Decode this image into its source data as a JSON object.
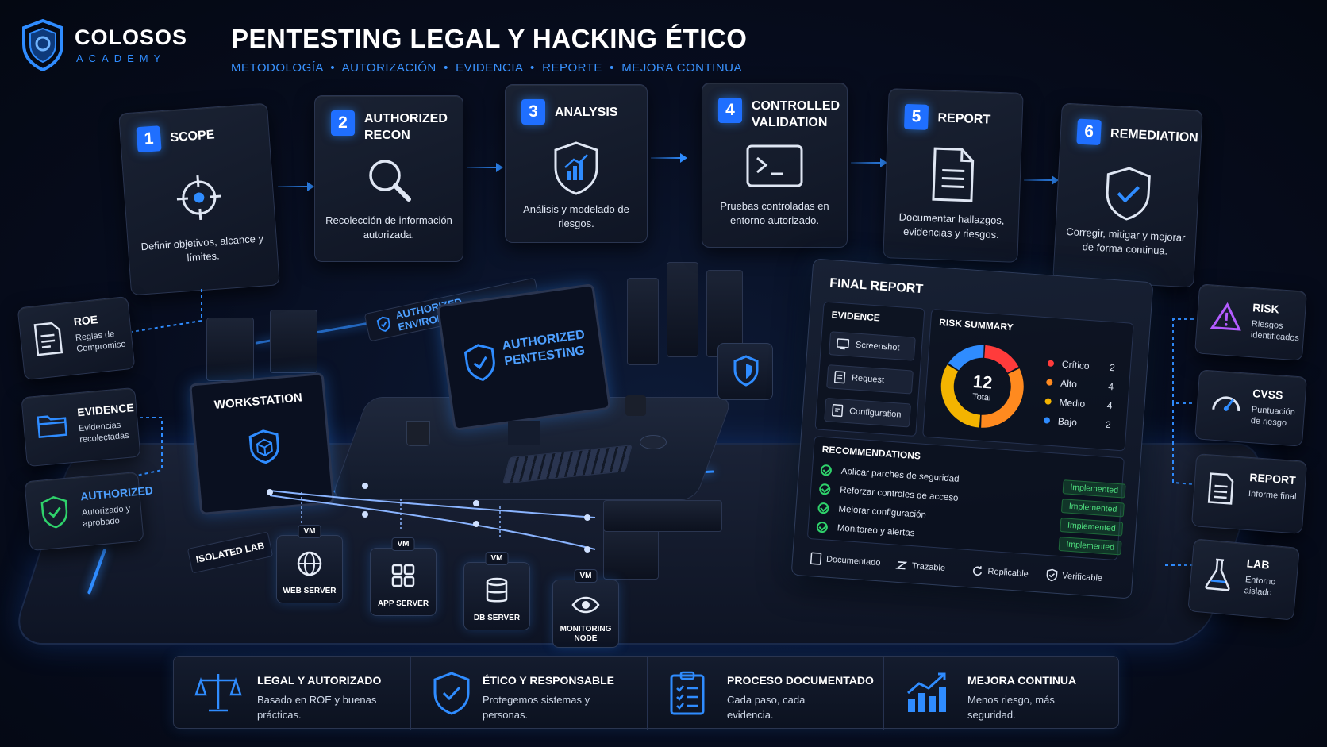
{
  "header": {
    "logo_name": "COLOSOS",
    "logo_sub": "ACADEMY",
    "title": "PENTESTING LEGAL Y HACKING ÉTICO",
    "subtitle": "METODOLOGÍA  •  AUTORIZACIÓN  •  EVIDENCIA  •  REPORTE  •  MEJORA CONTINUA"
  },
  "steps": [
    {
      "num": "1",
      "title": "SCOPE",
      "desc": "Definir objetivos, alcance y límites.",
      "icon": "crosshair-icon"
    },
    {
      "num": "2",
      "title": "AUTHORIZED RECON",
      "desc": "Recolección de información autorizada.",
      "icon": "magnifier-icon"
    },
    {
      "num": "3",
      "title": "ANALYSIS",
      "desc": "Análisis y modelado de riesgos.",
      "icon": "shield-chart-icon"
    },
    {
      "num": "4",
      "title": "CONTROLLED VALIDATION",
      "desc": "Pruebas controladas en entorno autorizado.",
      "icon": "terminal-icon"
    },
    {
      "num": "5",
      "title": "REPORT",
      "desc": "Documentar hallazgos, evidencias y riesgos.",
      "icon": "document-icon"
    },
    {
      "num": "6",
      "title": "REMEDIATION",
      "desc": "Corregir, mitigar y mejorar de forma continua.",
      "icon": "shield-check-icon"
    }
  ],
  "left_cards": [
    {
      "title": "ROE",
      "desc": "Reglas de Compromiso",
      "icon": "rules-document-icon"
    },
    {
      "title": "EVIDENCE",
      "desc": "Evidencias recolectadas",
      "icon": "folder-icon"
    },
    {
      "title": "AUTHORIZED",
      "desc": "Autorizado y aprobado",
      "icon": "shield-check-icon"
    }
  ],
  "right_cards": [
    {
      "title": "RISK",
      "desc": "Riesgos identificados",
      "icon": "warning-icon"
    },
    {
      "title": "CVSS",
      "desc": "Puntuación de riesgo",
      "icon": "gauge-icon"
    },
    {
      "title": "REPORT",
      "desc": "Informe final",
      "icon": "document-icon"
    },
    {
      "title": "LAB",
      "desc": "Entorno aislado",
      "icon": "flask-icon"
    }
  ],
  "scene": {
    "authorized_environment": "AUTHORIZED ENVIRONMENT",
    "authorized_pentesting": "AUTHORIZED PENTESTING",
    "workstation": "WORKSTATION",
    "isolated_lab": "ISOLATED LAB",
    "vms": [
      {
        "tag": "VM",
        "label": "WEB SERVER",
        "icon": "globe-icon"
      },
      {
        "tag": "VM",
        "label": "APP SERVER",
        "icon": "grid-icon"
      },
      {
        "tag": "VM",
        "label": "DB SERVER",
        "icon": "database-icon"
      },
      {
        "tag": "VM",
        "label": "MONITORING NODE",
        "icon": "eye-icon"
      }
    ]
  },
  "final_report": {
    "title": "FINAL REPORT",
    "evidence_title": "EVIDENCE",
    "evidence_items": [
      "Screenshot",
      "Request",
      "Configuration"
    ],
    "risk_title": "RISK SUMMARY",
    "total_value": "12",
    "total_label": "Total",
    "risk_legend": [
      {
        "label": "Crítico",
        "count": "2",
        "color": "#ff3b3b"
      },
      {
        "label": "Alto",
        "count": "4",
        "color": "#ff8a1f"
      },
      {
        "label": "Medio",
        "count": "4",
        "color": "#f4b400"
      },
      {
        "label": "Bajo",
        "count": "2",
        "color": "#2f8cff"
      }
    ],
    "recommendations_title": "RECOMMENDATIONS",
    "recommendations": [
      {
        "text": "Aplicar parches de seguridad",
        "status": "Implemented"
      },
      {
        "text": "Reforzar controles de acceso",
        "status": "Implemented"
      },
      {
        "text": "Mejorar configuración",
        "status": "Implemented"
      },
      {
        "text": "Monitoreo y alertas",
        "status": "Implemented"
      }
    ],
    "footer": [
      "Documentado",
      "Trazable",
      "Replicable",
      "Verificable"
    ]
  },
  "bottom": [
    {
      "title": "LEGAL Y AUTORIZADO",
      "desc": "Basado en ROE y buenas prácticas.",
      "icon": "scales-icon"
    },
    {
      "title": "ÉTICO Y RESPONSABLE",
      "desc": "Protegemos sistemas y personas.",
      "icon": "shield-check-icon"
    },
    {
      "title": "PROCESO DOCUMENTADO",
      "desc": "Cada paso, cada evidencia.",
      "icon": "checklist-icon"
    },
    {
      "title": "MEJORA CONTINUA",
      "desc": "Menos riesgo, más seguridad.",
      "icon": "growth-chart-icon"
    }
  ],
  "colors": {
    "accent": "#2f8cff",
    "success": "#2fd26b",
    "background": "#070d1f"
  }
}
